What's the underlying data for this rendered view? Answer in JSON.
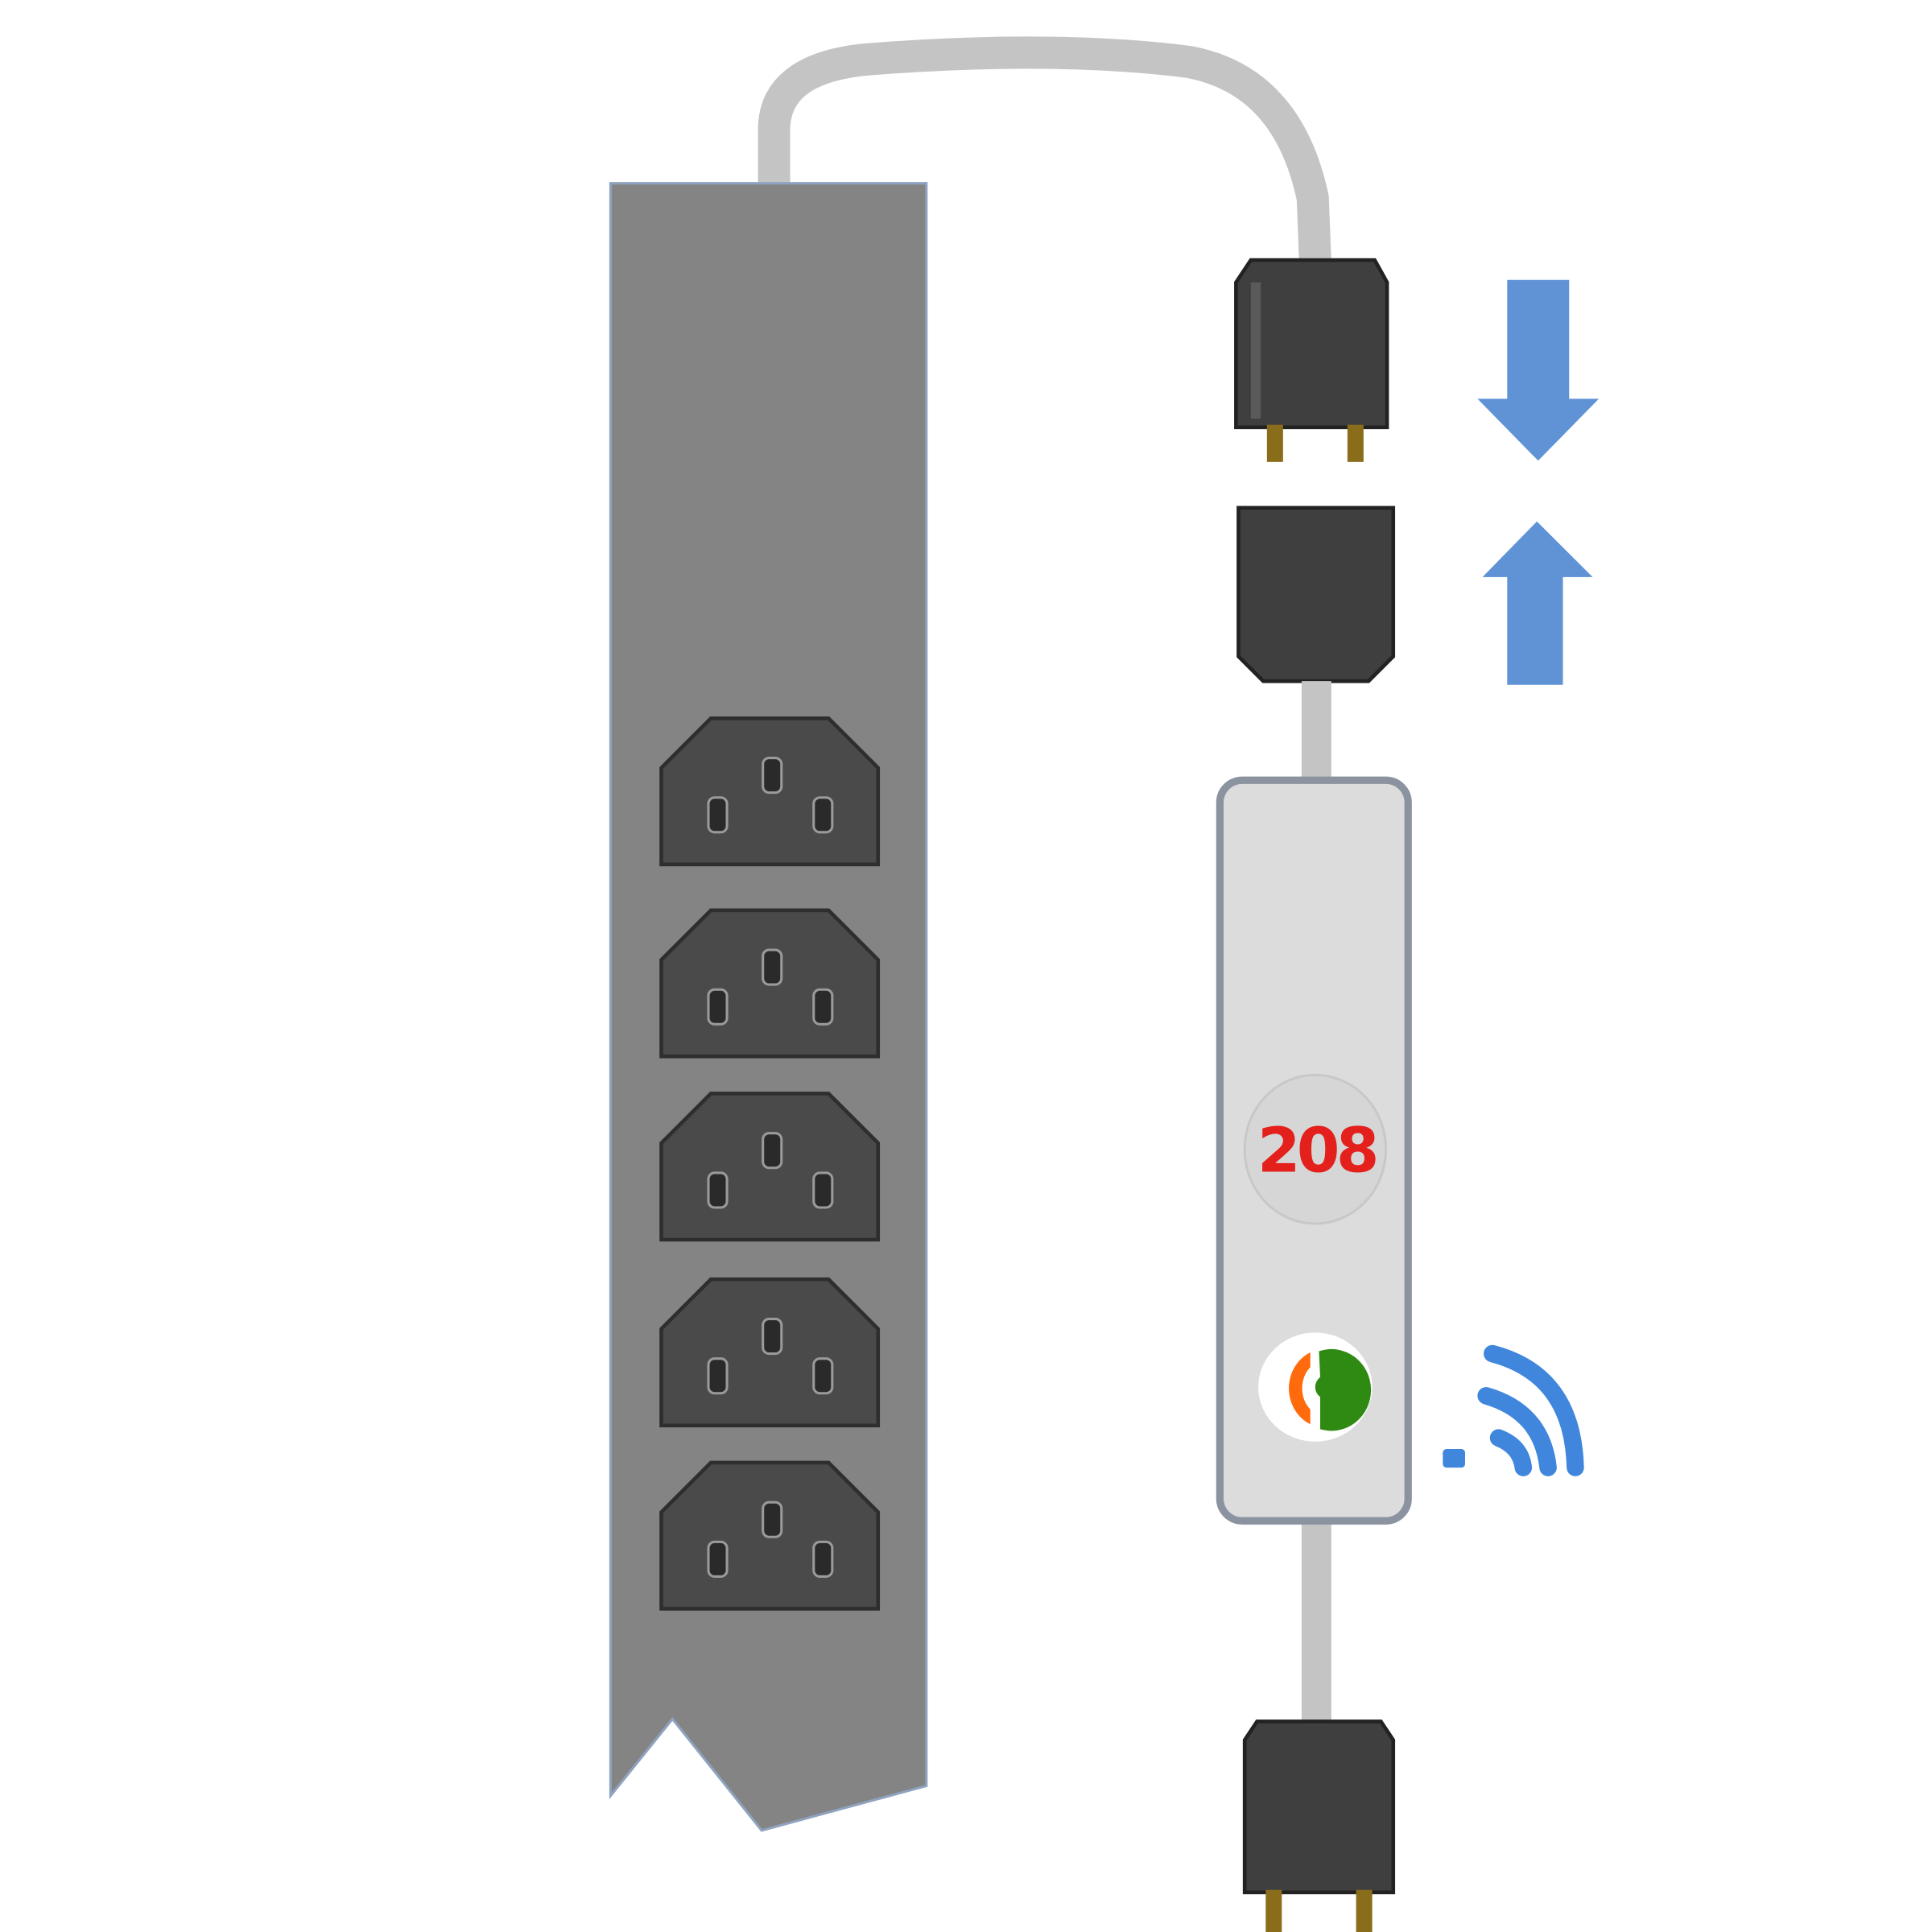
{
  "display": {
    "reading": "208"
  },
  "colors": {
    "pdu_body": "#848484",
    "outlet": "#4a4a4a",
    "plug": "#3f3f3f",
    "pin": "#8a6d1a",
    "cable": "#c4c4c4",
    "module": "#dcdcdc",
    "display_text": "#e3201b",
    "arrow": "#5f93d6",
    "wifi": "#3f86dc",
    "logo_orange": "#ff6a0c",
    "logo_green": "#2e8a12"
  },
  "icons": {
    "arrow_down": "arrow-down-icon",
    "arrow_up": "arrow-up-icon",
    "wifi": "wifi-icon",
    "logo": "logo-icon"
  },
  "outlets": {
    "count": 5,
    "type": "C13"
  }
}
